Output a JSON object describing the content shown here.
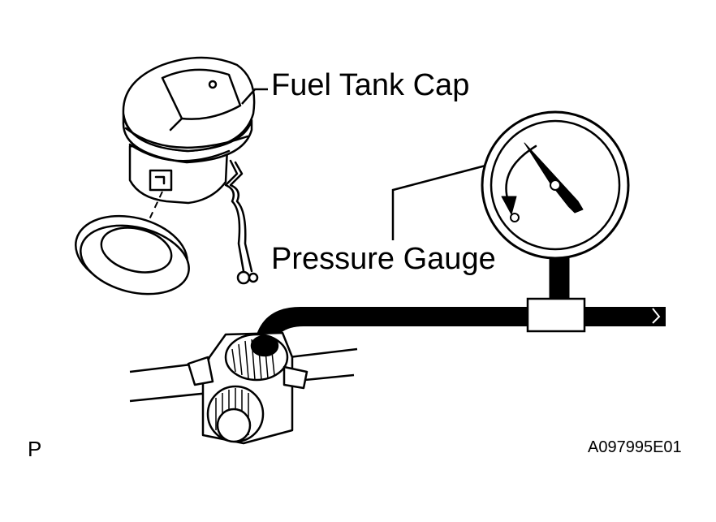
{
  "labels": {
    "fuel_tank_cap": "Fuel Tank Cap",
    "pressure_gauge": "Pressure Gauge",
    "corner_mark": "P",
    "figure_id": "A097995E01"
  },
  "colors": {
    "ink": "#000000",
    "paper": "#ffffff"
  }
}
